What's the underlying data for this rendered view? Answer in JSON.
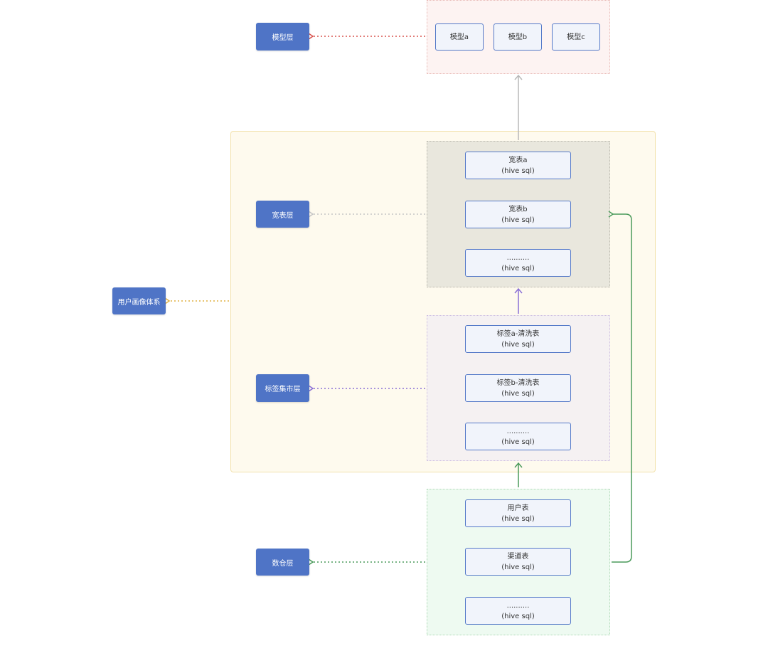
{
  "layers": {
    "portrait": "用户画像体系",
    "model": "模型层",
    "wide": "宽表层",
    "tag": "标签集市层",
    "dw": "数仓层"
  },
  "models": [
    "模型a",
    "模型b",
    "模型c"
  ],
  "wide_tables": [
    {
      "name": "宽表a",
      "sub": "(hive sql)"
    },
    {
      "name": "宽表b",
      "sub": "(hive sql)"
    },
    {
      "name": "..........",
      "sub": "(hive sql)"
    }
  ],
  "tag_tables": [
    {
      "name": "标签a-清洗表",
      "sub": "(hive sql)"
    },
    {
      "name": "标签b-清洗表",
      "sub": "(hive sql)"
    },
    {
      "name": "..........",
      "sub": "(hive sql)"
    }
  ],
  "dw_tables": [
    {
      "name": "用户表",
      "sub": "(hive sql)"
    },
    {
      "name": "渠道表",
      "sub": "(hive sql)"
    },
    {
      "name": "..........",
      "sub": "(hive sql)"
    }
  ],
  "colors": {
    "layer_fill": "#4f74c6",
    "node_border": "#5479c8",
    "model_link": "#d9534f",
    "wide_link": "#c6c6c6",
    "tag_link": "#8a6fd6",
    "dw_link": "#4a9a5a",
    "portrait_link": "#e0b040",
    "model_arrow": "#b8b8b8"
  }
}
